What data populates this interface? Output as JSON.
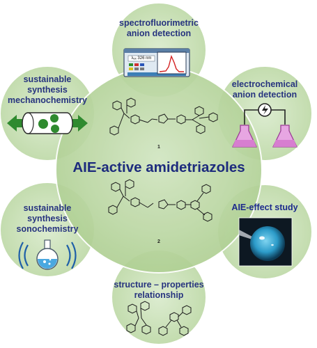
{
  "center": {
    "title": "AIE-active amidetriazoles",
    "compound_1": "1",
    "compound_2": "2"
  },
  "nodes": {
    "top": "spectrofluorimetric\nanion detection",
    "top_right": "electrochemical\nanion detection",
    "bottom_right": "AIE-effect study",
    "bottom": "structure – properties\nrelationship",
    "bottom_left": "sustainable\nsynthesis\nsonochemistry",
    "top_left": "sustainable\nsynthesis\nmechanochemistry"
  },
  "spectrometer": {
    "readout": "λₑₓ 326 nm"
  },
  "colors": {
    "circle_fill": "#cde3bf",
    "circle_stroke": "#ffffff",
    "center_fill": "#bdd8a6",
    "text": "#27347f",
    "arrow_green": "#2f8a2f",
    "flask_magenta": "#d77ed0",
    "flask_blue": "#4aa8e0"
  }
}
